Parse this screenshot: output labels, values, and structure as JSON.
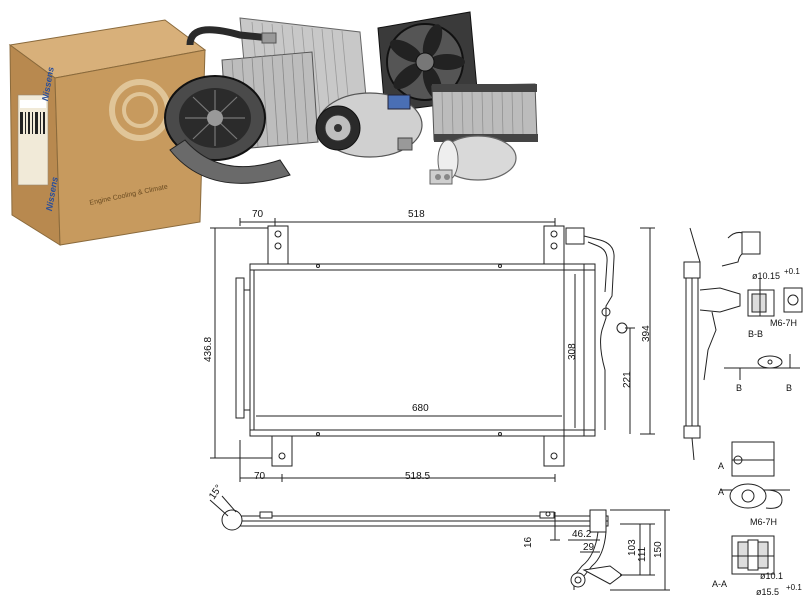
{
  "photo": {
    "brand_label": "Nissens",
    "items": [
      "box-icon",
      "blower-motor-icon",
      "heater-core-icon",
      "condenser-icon",
      "fan-icon",
      "compressor-icon",
      "radiator-icon",
      "dryer-icon",
      "hose-icon"
    ]
  },
  "front_view": {
    "dim_top_left": "70",
    "dim_top_main": "518",
    "dim_height_total": "436.8",
    "dim_core_height": "308",
    "dim_core_width": "680",
    "dim_side_a": "394",
    "dim_side_b": "221",
    "dim_bottom_left": "70",
    "dim_bottom_main": "518.5"
  },
  "bottom_view": {
    "dim_angle": "15°",
    "dim_16": "16",
    "dim_46": "46.2",
    "dim_29": "29",
    "dim_103": "103",
    "dim_111": "111",
    "dim_150": "150"
  },
  "side_view": {
    "section_bb": "B-B",
    "marker_b_left": "B",
    "marker_b_right": "B",
    "dia_top": "ø10.15",
    "dia_top_tol": "+0.1",
    "thread_top": "M6-7H",
    "marker_a_left": "A",
    "marker_a_right": "A",
    "thread_bottom": "M6-7H",
    "section_aa": "A-A",
    "dia_bottom_1": "ø10.1",
    "dia_bottom_2": "ø15.5",
    "dia_bottom_2_tol": "+0.1"
  },
  "colors": {
    "line": "#222222",
    "box": "#c79a5e",
    "brand": "#2a4f9a"
  }
}
